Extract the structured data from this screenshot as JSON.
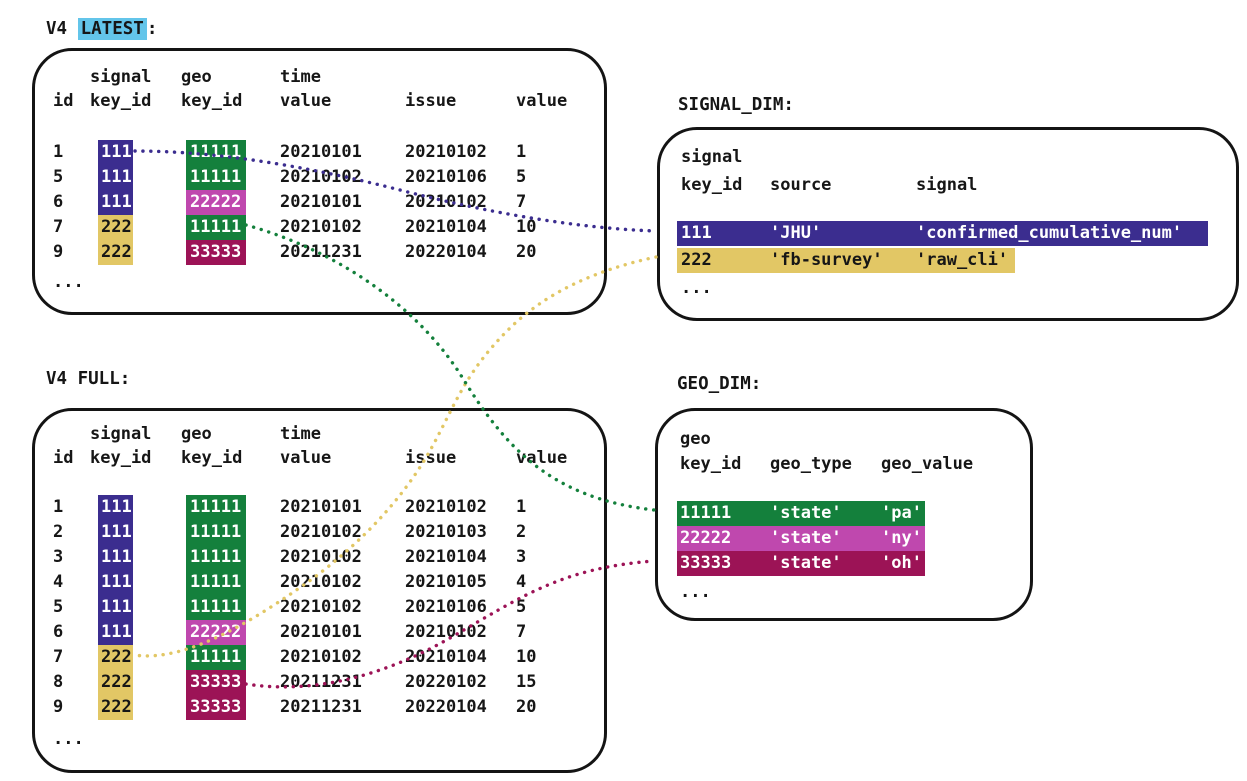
{
  "colors": {
    "indigo": "#3b2d8f",
    "gold": "#e2c765",
    "green": "#14803c",
    "orchid": "#bf48ae",
    "maroon": "#9c1356",
    "cyan": "#63c5ea"
  },
  "labels": {
    "v4_latest_prefix": "V4 ",
    "v4_latest_highlight": "LATEST",
    "v4_latest_suffix": ":",
    "v4_full": "V4 FULL:",
    "signal_dim": "SIGNAL_DIM:",
    "geo_dim": "GEO_DIM:",
    "ellipsis": "..."
  },
  "headers": {
    "id": "id",
    "key_id": "key_id",
    "signal": "signal",
    "geo": "geo",
    "time": "time",
    "value": "value",
    "issue": "issue",
    "source": "source",
    "geo_type": "geo_type",
    "geo_value": "geo_value"
  },
  "v4_latest": {
    "rows": [
      {
        "id": "1",
        "signal_key_id": "111",
        "geo_key_id": "11111",
        "time_value": "20210101",
        "issue": "20210102",
        "value": "1"
      },
      {
        "id": "5",
        "signal_key_id": "111",
        "geo_key_id": "11111",
        "time_value": "20210102",
        "issue": "20210106",
        "value": "5"
      },
      {
        "id": "6",
        "signal_key_id": "111",
        "geo_key_id": "22222",
        "time_value": "20210101",
        "issue": "20210102",
        "value": "7"
      },
      {
        "id": "7",
        "signal_key_id": "222",
        "geo_key_id": "11111",
        "time_value": "20210102",
        "issue": "20210104",
        "value": "10"
      },
      {
        "id": "9",
        "signal_key_id": "222",
        "geo_key_id": "33333",
        "time_value": "20211231",
        "issue": "20220104",
        "value": "20"
      }
    ]
  },
  "v4_full": {
    "rows": [
      {
        "id": "1",
        "signal_key_id": "111",
        "geo_key_id": "11111",
        "time_value": "20210101",
        "issue": "20210102",
        "value": "1"
      },
      {
        "id": "2",
        "signal_key_id": "111",
        "geo_key_id": "11111",
        "time_value": "20210102",
        "issue": "20210103",
        "value": "2"
      },
      {
        "id": "3",
        "signal_key_id": "111",
        "geo_key_id": "11111",
        "time_value": "20210102",
        "issue": "20210104",
        "value": "3"
      },
      {
        "id": "4",
        "signal_key_id": "111",
        "geo_key_id": "11111",
        "time_value": "20210102",
        "issue": "20210105",
        "value": "4"
      },
      {
        "id": "5",
        "signal_key_id": "111",
        "geo_key_id": "11111",
        "time_value": "20210102",
        "issue": "20210106",
        "value": "5"
      },
      {
        "id": "6",
        "signal_key_id": "111",
        "geo_key_id": "22222",
        "time_value": "20210101",
        "issue": "20210102",
        "value": "7"
      },
      {
        "id": "7",
        "signal_key_id": "222",
        "geo_key_id": "11111",
        "time_value": "20210102",
        "issue": "20210104",
        "value": "10"
      },
      {
        "id": "8",
        "signal_key_id": "222",
        "geo_key_id": "33333",
        "time_value": "20211231",
        "issue": "20220102",
        "value": "15"
      },
      {
        "id": "9",
        "signal_key_id": "222",
        "geo_key_id": "33333",
        "time_value": "20211231",
        "issue": "20220104",
        "value": "20"
      }
    ]
  },
  "signal_dim": {
    "rows": [
      {
        "key_id": "111",
        "source": "'JHU'",
        "signal": "'confirmed_cumulative_num'"
      },
      {
        "key_id": "222",
        "source": "'fb-survey'",
        "signal": "'raw_cli'"
      }
    ]
  },
  "geo_dim": {
    "rows": [
      {
        "key_id": "11111",
        "geo_type": "'state'",
        "geo_value": "'pa'"
      },
      {
        "key_id": "22222",
        "geo_type": "'state'",
        "geo_value": "'ny'"
      },
      {
        "key_id": "33333",
        "geo_type": "'state'",
        "geo_value": "'oh'"
      }
    ]
  }
}
